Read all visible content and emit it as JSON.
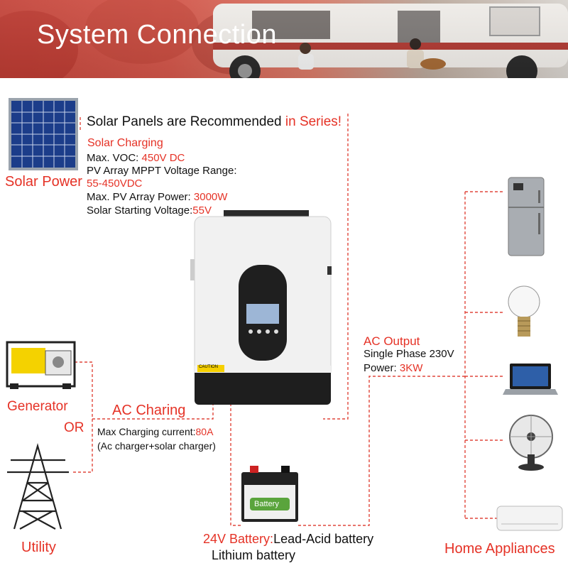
{
  "banner": {
    "title": "System Connection"
  },
  "solar": {
    "recommend_prefix": "Solar Panels are Recommended ",
    "recommend_highlight": "in Series!",
    "source_label": "Solar Power",
    "section_title": "Solar Charging",
    "voc_label": "Max. VOC: ",
    "voc_value": "450V DC",
    "mppt_label": "PV Array MPPT Voltage Range:",
    "mppt_value": "55-450VDC",
    "power_label": "Max. PV Array Power: ",
    "power_value": "3000W",
    "start_label": "Solar Starting Voltage:",
    "start_value": "55V"
  },
  "ac_output": {
    "title": "AC Output",
    "phase": "Single Phase 230V",
    "power_label": "Power: ",
    "power_value": "3KW"
  },
  "ac_charging": {
    "title": "AC Charing",
    "current_label": "Max Charging current:",
    "current_value": "80A",
    "note": "(Ac charger+solar charger)"
  },
  "sources": {
    "generator": "Generator",
    "or": "OR",
    "utility": "Utility"
  },
  "battery": {
    "label_red": "24V Battery:",
    "type1": "Lead-Acid battery",
    "type2": "Lithium battery",
    "icon_label": "Battery"
  },
  "appliances": {
    "label": "Home Appliances"
  },
  "inverter": {
    "caution": "CAUTION"
  },
  "colors": {
    "accent_red": "#e53226",
    "dash_red": "#e0473c"
  }
}
